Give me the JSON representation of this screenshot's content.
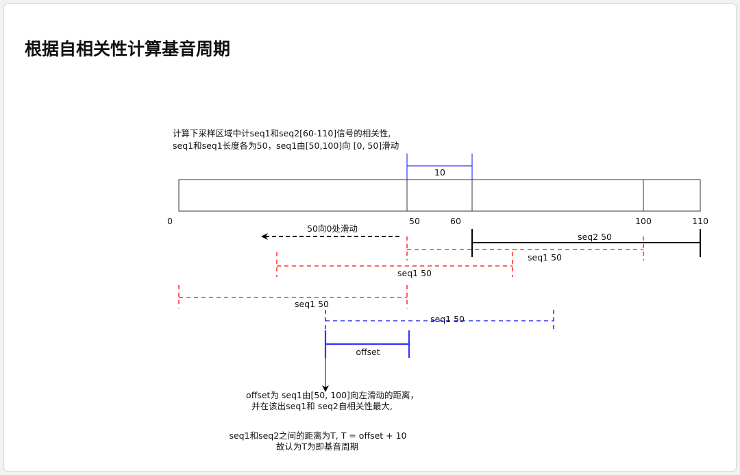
{
  "title": "根据自相关性计算基音周期",
  "diagram": {
    "intro_lines": [
      "计算下采样区域中计seq1和seq2[60-110]信号的相关性,",
      "seq1和seq1长度各为50，seq1由[50,100]向 [0, 50]滑动"
    ],
    "gap_label": "10",
    "ticks": [
      "0",
      "50",
      "60",
      "100",
      "110"
    ],
    "slide_label": "50向0处滑动",
    "seq2_label": "seq2 50",
    "seq1_labels": [
      "seq1 50",
      "seq1 50",
      "seq1 50",
      "seq1 50"
    ],
    "offset_label": "offset",
    "note_lines": [
      "offset为 seq1由[50, 100]向左滑动的距离，",
      "并在该出seq1和 seq2自相关性最大,"
    ],
    "conclusion_lines": [
      "seq1和seq2之间的距离为T, T = offset + 10",
      "故认为T为即基音周期"
    ],
    "colors": {
      "seq1": "#ff3333",
      "highlight": "#3333ff",
      "seq2": "#000000"
    }
  }
}
